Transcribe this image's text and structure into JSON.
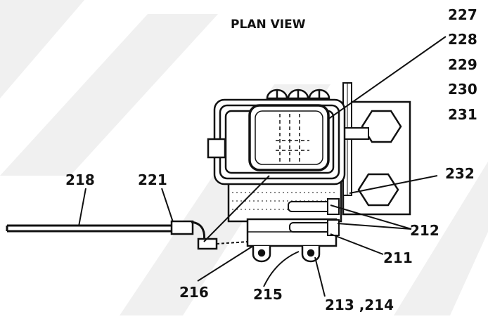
{
  "title": "PLAN VIEW",
  "callouts": {
    "c227": "227",
    "c228": "228",
    "c229": "229",
    "c230": "230",
    "c231": "231",
    "c232": "232",
    "c218": "218",
    "c221": "221",
    "c212": "212",
    "c211": "211",
    "c216": "216",
    "c215": "215",
    "c213_214": "213 ,214"
  },
  "colors": {
    "ink": "#111111",
    "watermark": "#eeeeee",
    "background": "#ffffff"
  }
}
